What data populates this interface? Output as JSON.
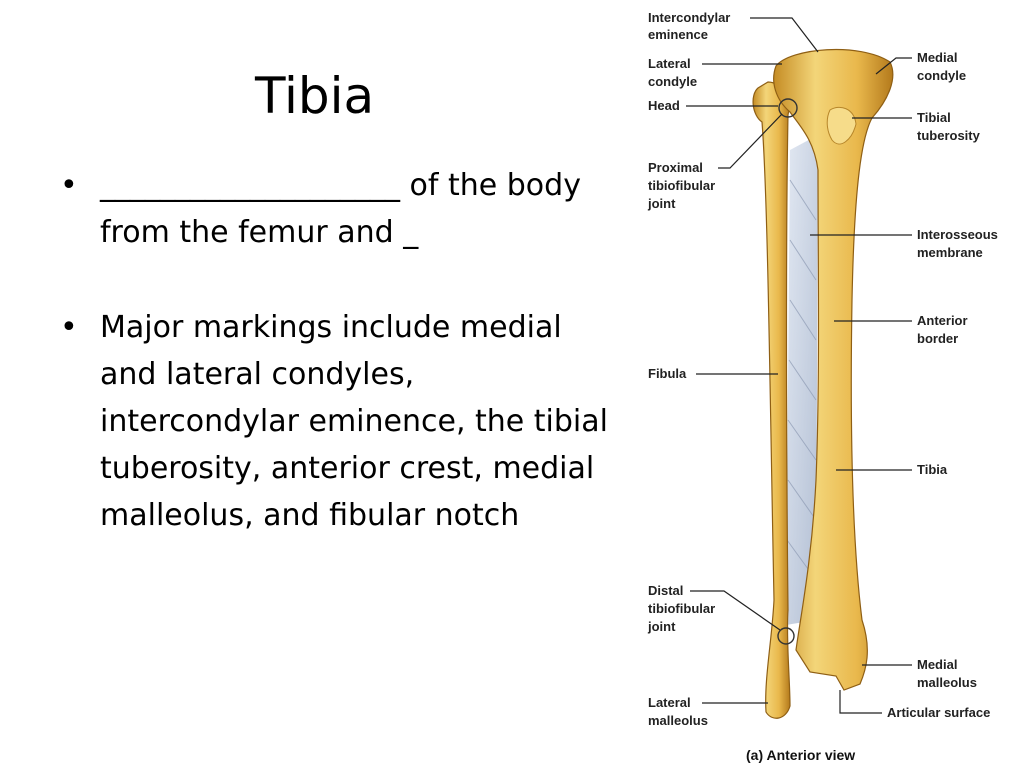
{
  "slide": {
    "title": "Tibia",
    "bullets": [
      "____________________ of the body from the femur and _",
      "Major markings include medial and lateral condyles, intercondylar eminence, the tibial tuberosity, anterior crest, medial malleolus, and fibular notch"
    ]
  },
  "figure": {
    "caption": "(a)  Anterior view",
    "labels": {
      "intercondylar_eminence": [
        "Intercondylar",
        "eminence"
      ],
      "lateral_condyle": [
        "Lateral",
        "condyle"
      ],
      "head": [
        "Head"
      ],
      "proximal_tibiofibular_joint": [
        "Proximal",
        "tibiofibular",
        "joint"
      ],
      "fibula": [
        "Fibula"
      ],
      "distal_tibiofibular_joint": [
        "Distal",
        "tibiofibular",
        "joint"
      ],
      "lateral_malleolus": [
        "Lateral",
        "malleolus"
      ],
      "medial_condyle": [
        "Medial",
        "condyle"
      ],
      "tibial_tuberosity": [
        "Tibial",
        "tuberosity"
      ],
      "interosseous_membrane": [
        "Interosseous",
        "membrane"
      ],
      "anterior_border": [
        "Anterior",
        "border"
      ],
      "tibia": [
        "Tibia"
      ],
      "medial_malleolus": [
        "Medial",
        "malleolus"
      ],
      "articular_surface": [
        "Articular surface"
      ]
    }
  },
  "colors": {
    "bone_light": "#f2cf6e",
    "bone_mid": "#e0a93a",
    "bone_dark": "#b97f1e",
    "membrane": "#c9d3e3"
  }
}
